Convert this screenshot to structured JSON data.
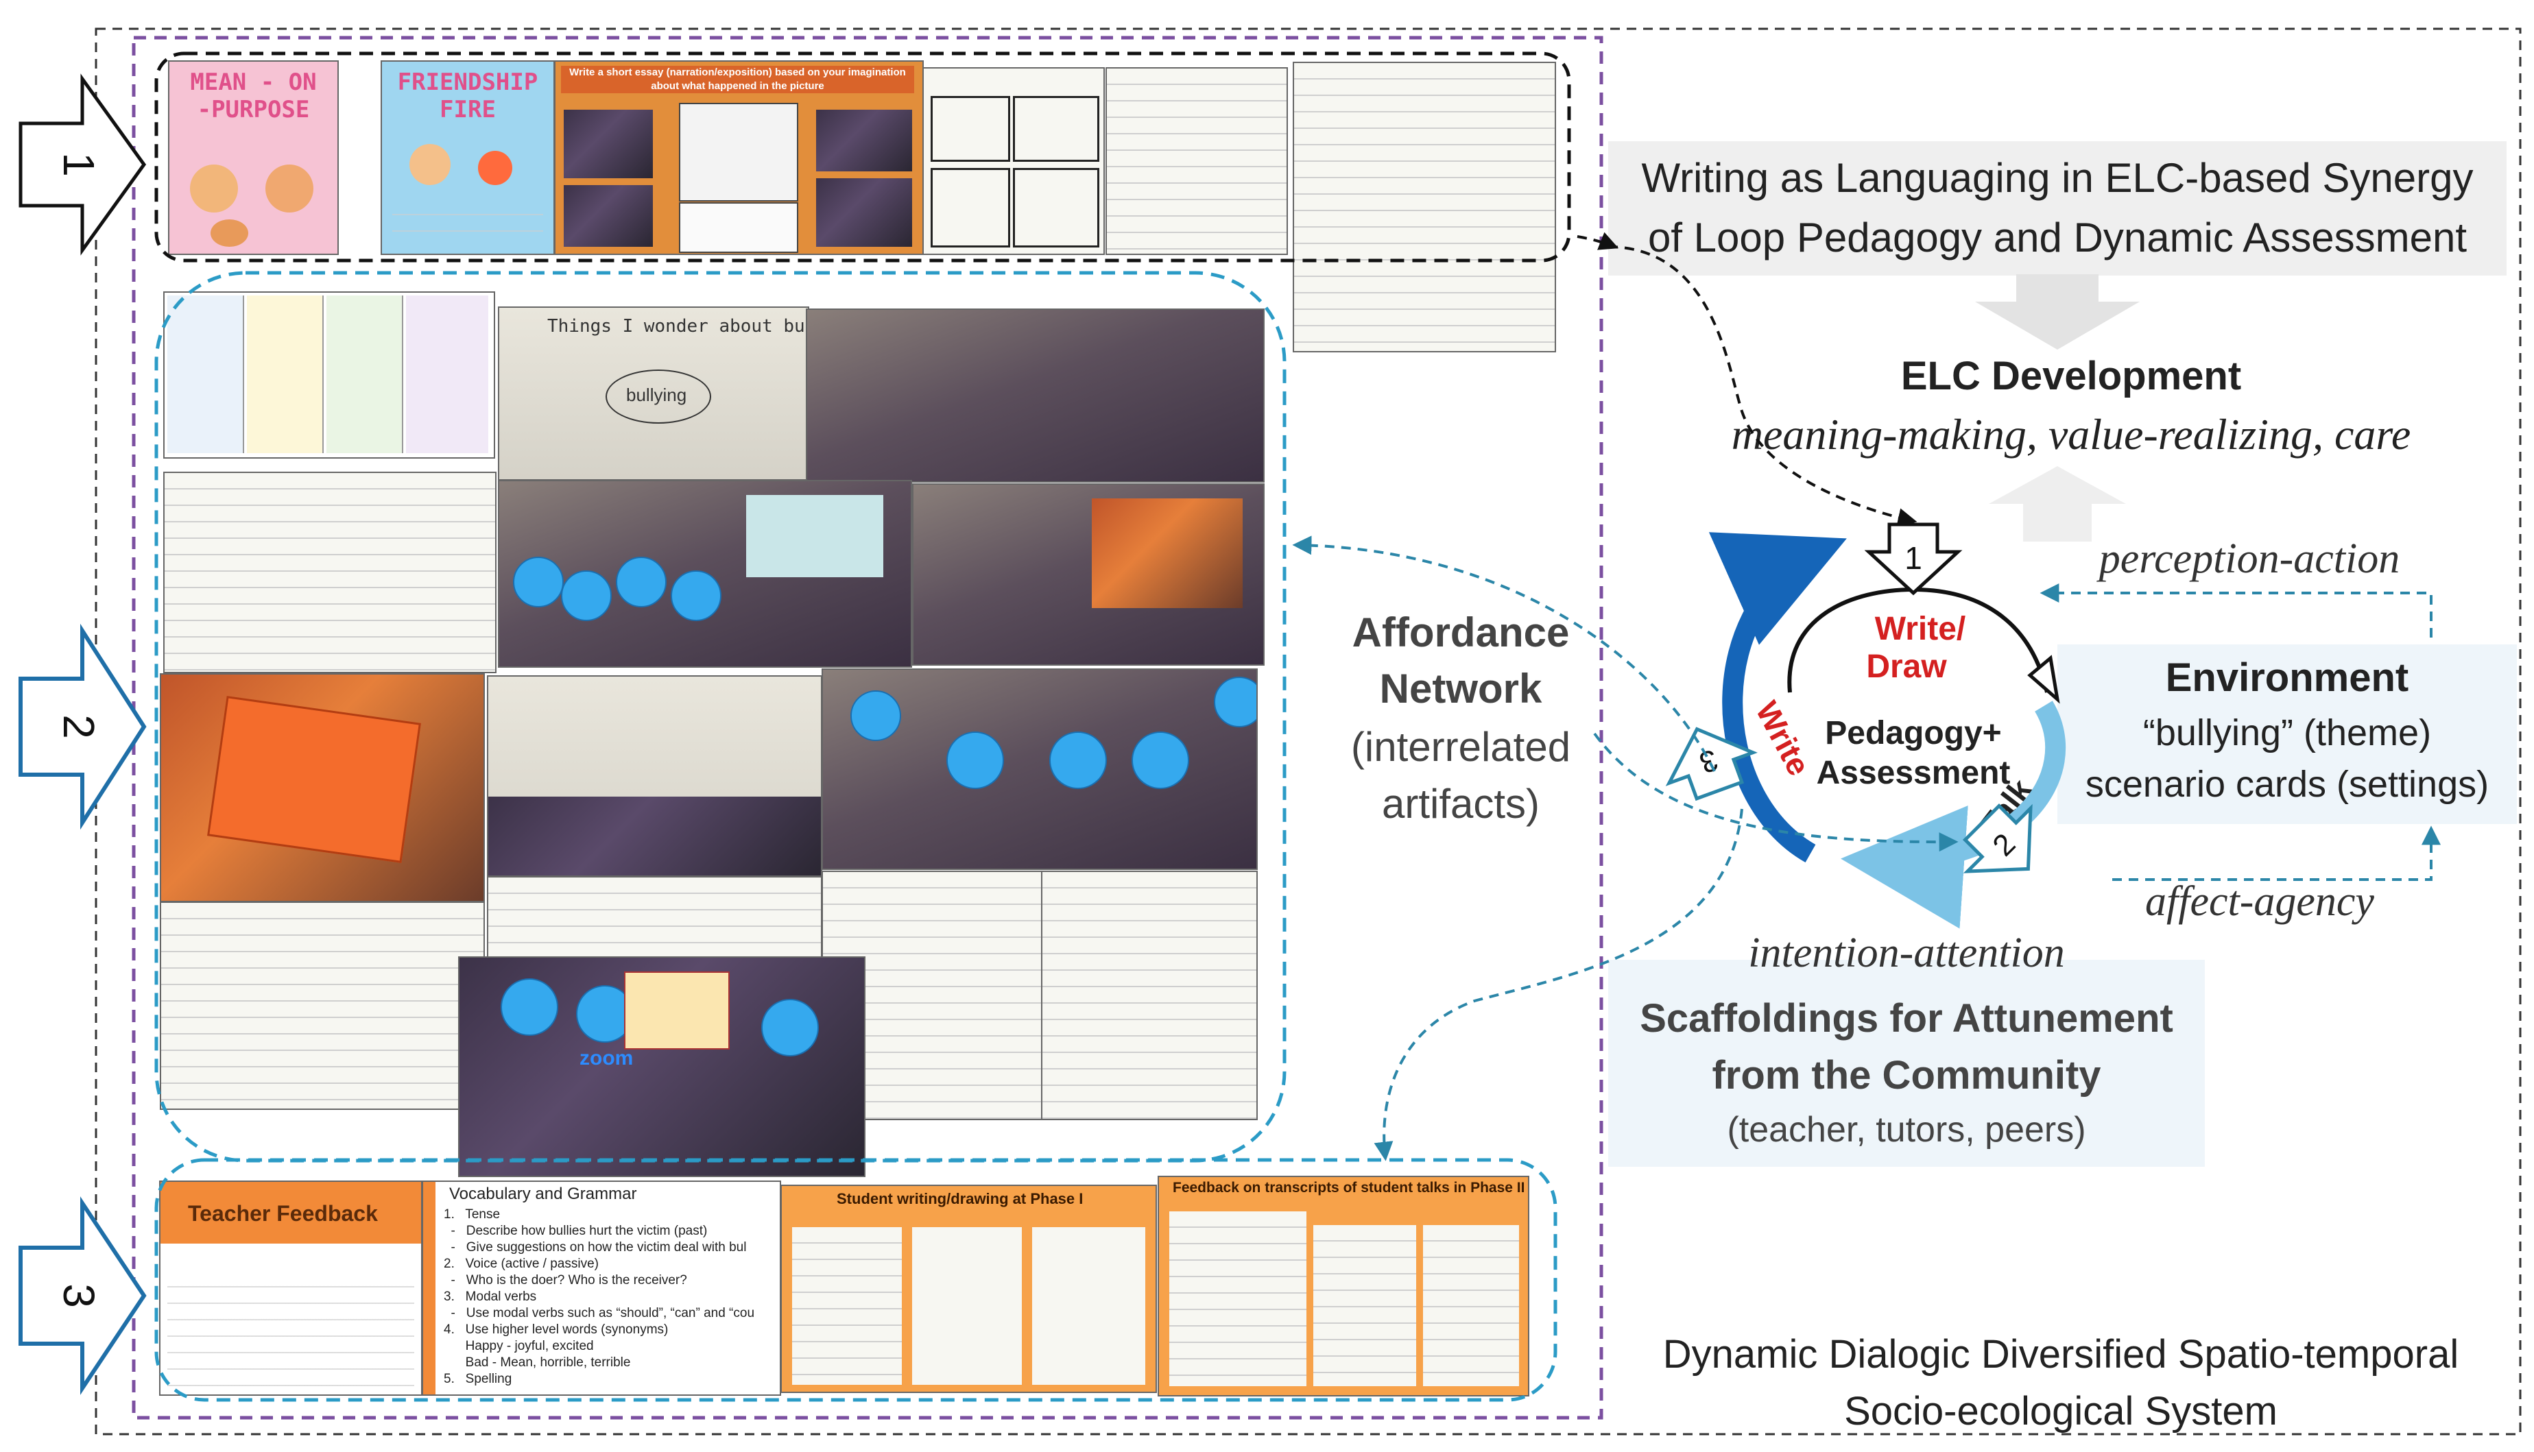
{
  "title": {
    "line1": "Writing as Languaging in ELC-based Synergy",
    "line2": "of Loop Pedagogy and Dynamic Assessment"
  },
  "elc": {
    "heading": "ELC Development",
    "subtitle": "meaning-making, value-realizing, care"
  },
  "loop": {
    "top_label": "perception-action",
    "bottom_label": "affect-agency",
    "intention_label": "intention-attention",
    "center_line1": "Pedagogy+",
    "center_line2": "Assessment",
    "write_draw_1": "Write/",
    "write_draw_2": "Draw",
    "write": "Write",
    "talk": "Talk",
    "marker_1": "1",
    "marker_2": "2",
    "marker_3": "3"
  },
  "environment": {
    "heading": "Environment",
    "line1": "“bullying” (theme)",
    "line2": "scenario cards (settings)"
  },
  "affordance": {
    "line1": "Affordance",
    "line2": "Network",
    "line3": "(interrelated",
    "line4": "artifacts)"
  },
  "scaffold": {
    "line1": "Scaffoldings for Attunement",
    "line2": "from the Community",
    "line3": "(teacher, tutors, peers)"
  },
  "system": {
    "line1": "Dynamic Dialogic Diversified Spatio-temporal",
    "line2": "Socio-ecological System"
  },
  "phase_arrows": [
    "1",
    "2",
    "3"
  ],
  "thumbnails": {
    "mean_on_purpose": "MEAN - ON -PURPOSE",
    "friendship_fire": "FRIENDSHIP FIRE",
    "essay_prompt": "Write a short essay (narration/exposition) based on your imagination about what happened in the picture",
    "wonder_board": "Things I wonder about bullying",
    "wonder_center": "bullying",
    "teacher_feedback": "Teacher Feedback",
    "vocab_title": "Vocabulary and Grammar",
    "vocab_items": [
      "1.   Tense",
      "  -   Describe how bullies hurt the victim (past)",
      "  -   Give suggestions on how the victim deal with bul",
      "2.   Voice (active / passive)",
      "  -   Who is the doer? Who is the receiver?",
      "3.   Modal verbs",
      "  -   Use modal verbs such as “should”, “can” and “cou",
      "4.   Use higher level words (synonyms)",
      "      Happy - joyful, excited",
      "      Bad - Mean, horrible, terrible",
      "5.   Spelling"
    ],
    "student_phase1": "Student writing/drawing at Phase I",
    "feedback_phase2": "Feedback on transcripts of student talks in Phase II",
    "zoom": "zoom"
  },
  "colors": {
    "phase_arrow_1": "#222222",
    "phase_arrow_2_3": "#1f6fa8",
    "loop_dark_blue": "#1565b8",
    "loop_light_blue": "#7cc3e6",
    "dashed_blue": "#2b86a8",
    "purple_border": "#7b4fa0",
    "write_red": "#d42020"
  }
}
